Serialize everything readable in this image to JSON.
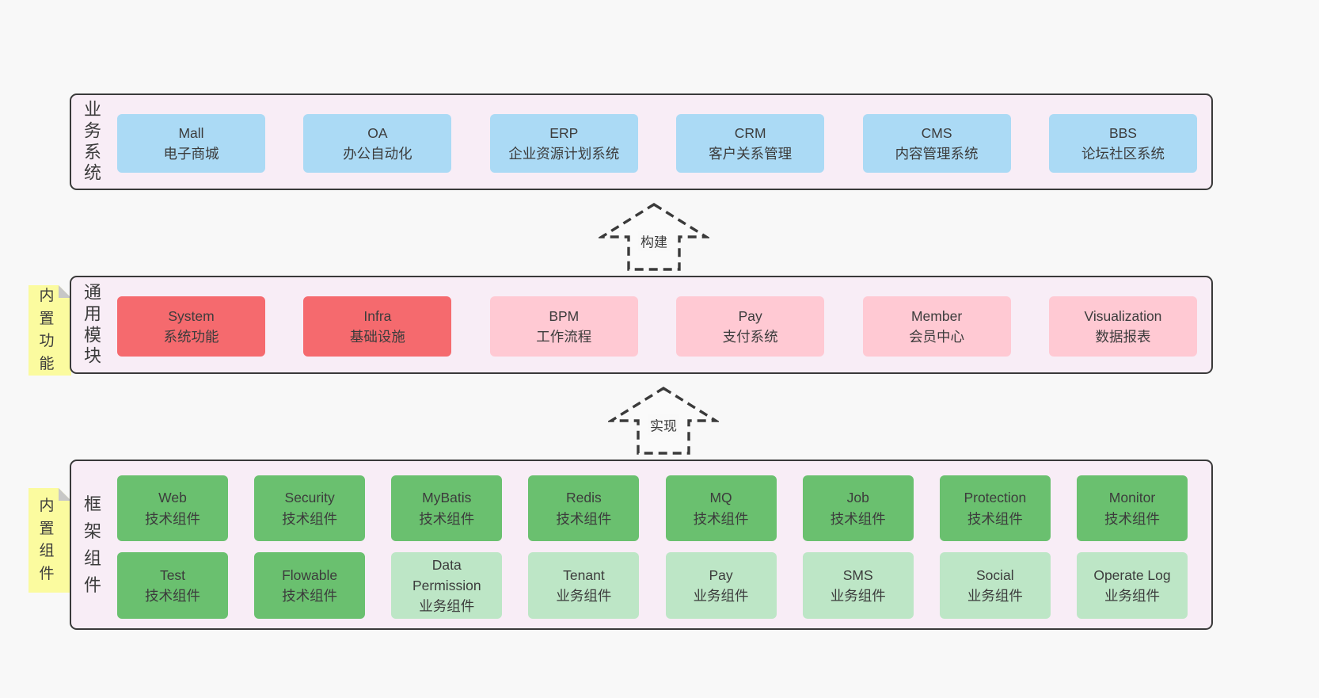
{
  "colors": {
    "page_bg": "#f8f8f8",
    "panel_bg": "#f8edf6",
    "panel_border": "#3a3a3a",
    "blue_box": "#abdaf5",
    "red_box": "#f56a6e",
    "pink_box": "#ffc9d3",
    "green_box": "#6ac06f",
    "light_green_box": "#bde6c6",
    "sticky_yellow": "#fbfb9f",
    "text": "#3c3c3c"
  },
  "business": {
    "label": "业务系统",
    "boxes": [
      {
        "title": "Mall",
        "subtitle": "电子商城"
      },
      {
        "title": "OA",
        "subtitle": "办公自动化"
      },
      {
        "title": "ERP",
        "subtitle": "企业资源计划系统"
      },
      {
        "title": "CRM",
        "subtitle": "客户关系管理"
      },
      {
        "title": "CMS",
        "subtitle": "内容管理系统"
      },
      {
        "title": "BBS",
        "subtitle": "论坛社区系统"
      }
    ]
  },
  "arrows": {
    "build": "构建",
    "implement": "实现"
  },
  "modules": {
    "label": "通用模块",
    "sticky": "内置功能",
    "boxes": [
      {
        "title": "System",
        "subtitle": "系统功能"
      },
      {
        "title": "Infra",
        "subtitle": "基础设施"
      },
      {
        "title": "BPM",
        "subtitle": "工作流程"
      },
      {
        "title": "Pay",
        "subtitle": "支付系统"
      },
      {
        "title": "Member",
        "subtitle": "会员中心"
      },
      {
        "title": "Visualization",
        "subtitle": "数据报表"
      }
    ]
  },
  "components": {
    "label": "框架组件",
    "sticky": "内置组件",
    "row1": [
      {
        "title": "Web",
        "subtitle": "技术组件"
      },
      {
        "title": "Security",
        "subtitle": "技术组件"
      },
      {
        "title": "MyBatis",
        "subtitle": "技术组件"
      },
      {
        "title": "Redis",
        "subtitle": "技术组件"
      },
      {
        "title": "MQ",
        "subtitle": "技术组件"
      },
      {
        "title": "Job",
        "subtitle": "技术组件"
      },
      {
        "title": "Protection",
        "subtitle": "技术组件"
      },
      {
        "title": "Monitor",
        "subtitle": "技术组件"
      }
    ],
    "row2": [
      {
        "title": "Test",
        "subtitle": "技术组件"
      },
      {
        "title": "Flowable",
        "subtitle": "技术组件"
      },
      {
        "title": "Data Permission",
        "subtitle": "业务组件"
      },
      {
        "title": "Tenant",
        "subtitle": "业务组件"
      },
      {
        "title": "Pay",
        "subtitle": "业务组件"
      },
      {
        "title": "SMS",
        "subtitle": "业务组件"
      },
      {
        "title": "Social",
        "subtitle": "业务组件"
      },
      {
        "title": "Operate Log",
        "subtitle": "业务组件"
      }
    ]
  }
}
